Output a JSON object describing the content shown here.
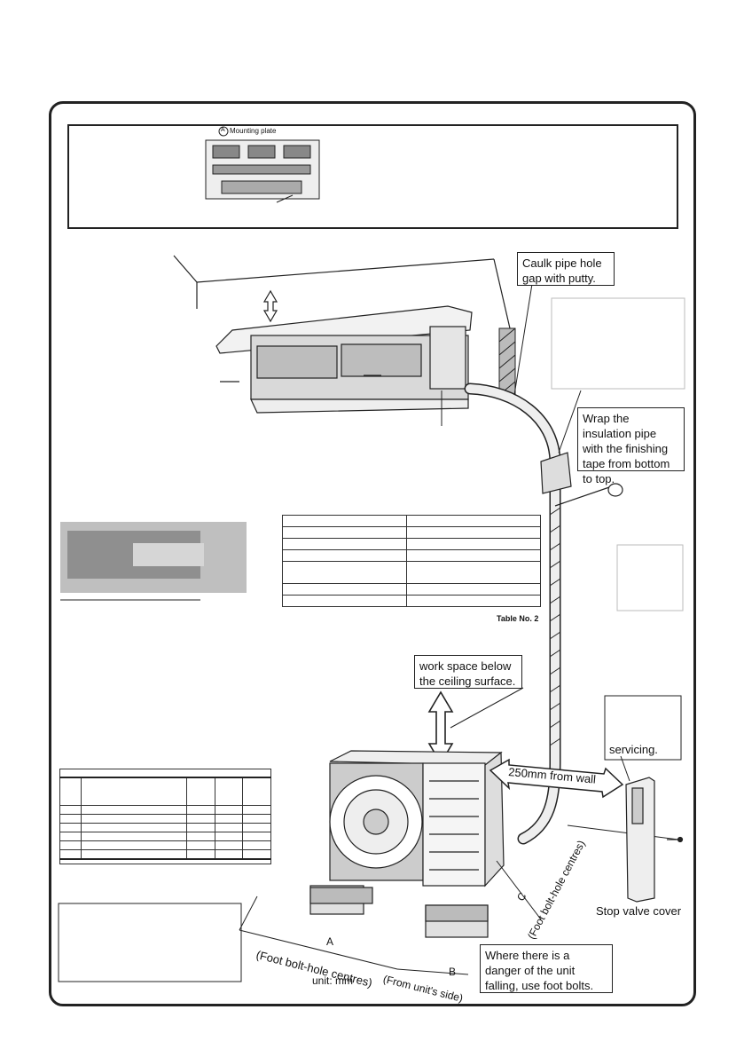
{
  "mounting_plate_label": "Mounting plate",
  "mounting_plate_marker": "A",
  "callouts": {
    "caulk": "Caulk pipe hole gap with putty.",
    "wrap": "Wrap the insulation pipe with the finishing tape from bottom to top.",
    "workspace": "work space below the ceiling surface.",
    "servicing": "servicing.",
    "foot_bolts": "Where there is a danger of the unit falling, use foot bolts."
  },
  "table2_label": "Table No. 2",
  "wall_clearance": "250mm from wall",
  "stop_valve_cover": "Stop valve cover",
  "dims": {
    "a": "A",
    "a_desc": "(Foot bolt-hole centres)",
    "b": "B",
    "b_desc": "(From unit's side)",
    "c": "C",
    "c_desc": "(Foot bolt-hole centres)",
    "unit": "unit: mm"
  }
}
